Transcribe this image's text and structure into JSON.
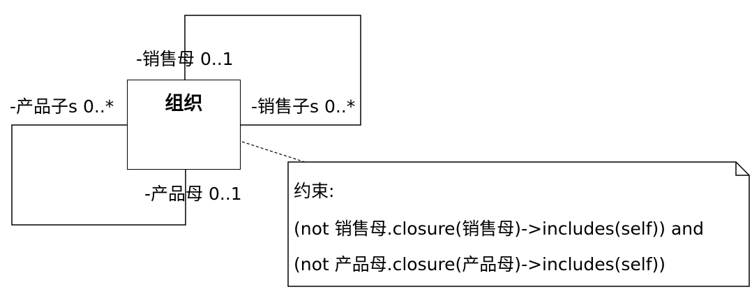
{
  "class": {
    "name": "组织"
  },
  "associations": {
    "sales_parent": "-销售母 0..1",
    "sales_children": "-销售子s 0..*",
    "product_children": "-产品子s 0..*",
    "product_parent": "-产品母 0..1"
  },
  "note": {
    "title": "约束:",
    "line1": "(not 销售母.closure(销售母)->includes(self)) and",
    "line2": "(not 产品母.closure(产品母)->includes(self))"
  }
}
